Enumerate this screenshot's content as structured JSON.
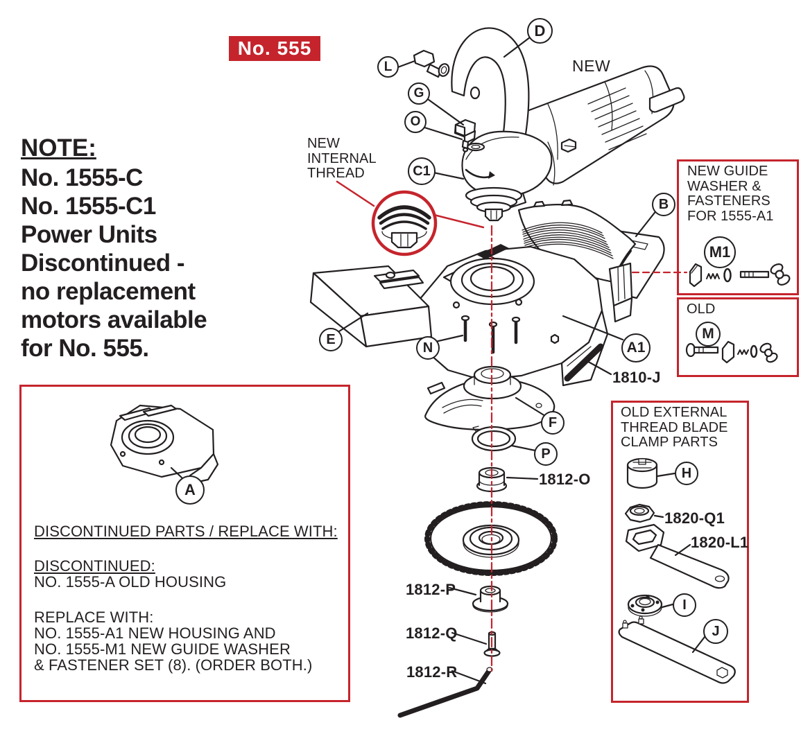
{
  "badge": {
    "label": "No. 555"
  },
  "colors": {
    "accent_red": "#c5242c",
    "ink": "#231f20"
  },
  "note": {
    "heading": "NOTE:",
    "lines": [
      "No. 1555-C",
      "No. 1555-C1",
      "Power Units",
      "Discontinued -",
      "no replacement",
      "motors available",
      "for No. 555."
    ]
  },
  "annotations": {
    "new_unit": "NEW",
    "internal_thread": [
      "NEW",
      "INTERNAL",
      "THREAD"
    ]
  },
  "callouts": {
    "L": "L",
    "D": "D",
    "G": "G",
    "O": "O",
    "C1": "C1",
    "B": "B",
    "E": "E",
    "N": "N",
    "A1": "A1",
    "F": "F",
    "P": "P",
    "A": "A",
    "M1": "M1",
    "M": "M",
    "H": "H",
    "I": "I",
    "J": "J"
  },
  "part_numbers": {
    "pin": "1810-J",
    "spacer": "1812-O",
    "flange": "1812-P",
    "screw": "1812-Q",
    "hex_key": "1812-R",
    "clamp_nut": "1820-Q1",
    "spanner": "1820-L1"
  },
  "boxes": {
    "new_guide": {
      "title": [
        "NEW GUIDE",
        "WASHER &",
        "FASTENERS",
        "FOR 1555-A1"
      ]
    },
    "old_fasteners": {
      "title": "OLD"
    },
    "blade_clamp": {
      "title": [
        "OLD EXTERNAL",
        "THREAD BLADE",
        "CLAMP PARTS"
      ]
    },
    "replacement": {
      "heading": "DISCONTINUED PARTS / REPLACE WITH:",
      "discontinued_heading": "DISCONTINUED:",
      "discontinued_item": "NO. 1555-A OLD HOUSING",
      "replace_heading": "REPLACE WITH:",
      "replace_lines": [
        "NO. 1555-A1 NEW HOUSING AND",
        "NO. 1555-M1 NEW GUIDE WASHER",
        "& FASTENER SET (8).  (ORDER BOTH.)"
      ]
    }
  }
}
